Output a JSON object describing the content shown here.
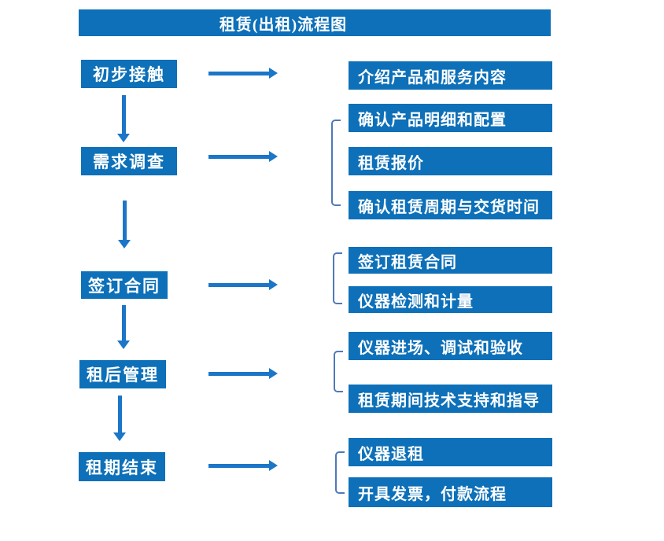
{
  "title": "租赁(出租)流程图",
  "colors": {
    "box_blue": "#0d70b8",
    "arrow_blue": "#1b76c8",
    "bracket_blue": "#4f79b8",
    "text_white": "#ffffff",
    "background": "#ffffff"
  },
  "flow": {
    "steps": [
      {
        "label": "初步接触",
        "details": [
          "介绍产品和服务内容"
        ]
      },
      {
        "label": "需求调查",
        "details": [
          "确认产品明细和配置",
          "租赁报价",
          "确认租赁周期与交货时间"
        ]
      },
      {
        "label": "签订合同",
        "details": [
          "签订租赁合同",
          "仪器检测和计量"
        ]
      },
      {
        "label": "租后管理",
        "details": [
          "仪器进场、调试和验收",
          "租赁期间技术支持和指导"
        ]
      },
      {
        "label": "租期结束",
        "details": [
          "仪器退租",
          "开具发票，付款流程"
        ]
      }
    ]
  }
}
